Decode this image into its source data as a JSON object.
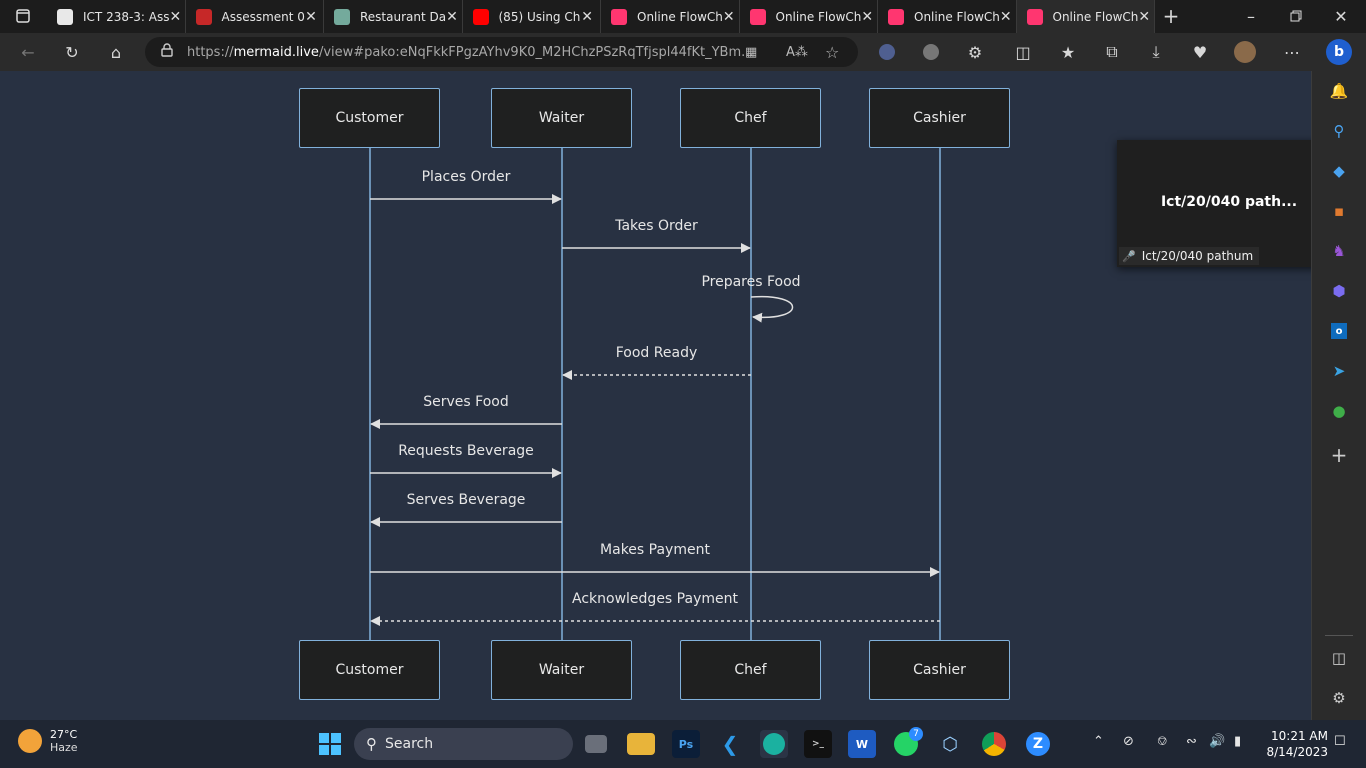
{
  "browser": {
    "tabs": [
      {
        "title": "ICT 238-3: Ass",
        "icon": "moodle-icon",
        "color": "#e8e8e8"
      },
      {
        "title": "Assessment 0",
        "icon": "pdf-icon",
        "color": "#c62828"
      },
      {
        "title": "Restaurant Da",
        "icon": "chatgpt-icon",
        "color": "#74aa9c"
      },
      {
        "title": "(85) Using Ch",
        "icon": "youtube-icon",
        "color": "#ff0000"
      },
      {
        "title": "Online FlowCh",
        "icon": "mermaid-icon",
        "color": "#ff3670"
      },
      {
        "title": "Online FlowCh",
        "icon": "mermaid-icon",
        "color": "#ff3670"
      },
      {
        "title": "Online FlowCh",
        "icon": "mermaid-icon",
        "color": "#ff3670"
      },
      {
        "title": "Online FlowCh",
        "icon": "mermaid-icon",
        "color": "#ff3670"
      }
    ],
    "url_prefix": "https://",
    "url_host": "mermaid.live",
    "url_path": "/view#pako:eNqFkkFPgzAYhv9K0_M2HChzPSzRqTfjspl44fKt_YBm..."
  },
  "diagram": {
    "actors": [
      "Customer",
      "Waiter",
      "Chef",
      "Cashier"
    ],
    "messages": [
      {
        "label": "Places Order",
        "from": 0,
        "to": 1,
        "style": "solid"
      },
      {
        "label": "Takes Order",
        "from": 1,
        "to": 2,
        "style": "solid"
      },
      {
        "label": "Prepares Food",
        "from": 2,
        "to": 2,
        "style": "self"
      },
      {
        "label": "Food Ready",
        "from": 2,
        "to": 1,
        "style": "dotted"
      },
      {
        "label": "Serves Food",
        "from": 1,
        "to": 0,
        "style": "solid"
      },
      {
        "label": "Requests Beverage",
        "from": 0,
        "to": 1,
        "style": "solid"
      },
      {
        "label": "Serves Beverage",
        "from": 1,
        "to": 0,
        "style": "solid"
      },
      {
        "label": "Makes Payment",
        "from": 0,
        "to": 3,
        "style": "solid"
      },
      {
        "label": "Acknowledges Payment",
        "from": 3,
        "to": 0,
        "style": "dotted"
      }
    ]
  },
  "meeting": {
    "title": "Ict/20/040 path...",
    "participant": "Ict/20/040 pathum"
  },
  "taskbar": {
    "temperature": "27°C",
    "condition": "Haze",
    "search_placeholder": "Search",
    "whatsapp_badge": "7",
    "time": "10:21 AM",
    "date": "8/14/2023"
  }
}
